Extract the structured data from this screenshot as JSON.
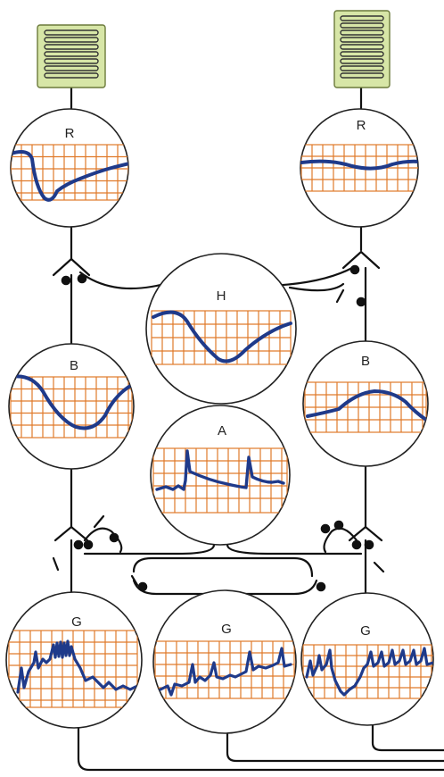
{
  "nodes": [
    {
      "id": "r-left",
      "label": "R"
    },
    {
      "id": "r-right",
      "label": "R"
    },
    {
      "id": "h-center",
      "label": "H"
    },
    {
      "id": "b-left",
      "label": "B"
    },
    {
      "id": "b-right",
      "label": "B"
    },
    {
      "id": "a-center",
      "label": "A"
    },
    {
      "id": "g-left",
      "label": "G"
    },
    {
      "id": "g-center",
      "label": "G"
    },
    {
      "id": "g-right",
      "label": "G"
    }
  ],
  "colors": {
    "grid": "#e07a2a",
    "trace": "#1f3a8a",
    "outline": "#222222",
    "wire": "#111111",
    "receptor_fill": "#d7e6a7",
    "receptor_stroke": "#6b7a3b"
  }
}
